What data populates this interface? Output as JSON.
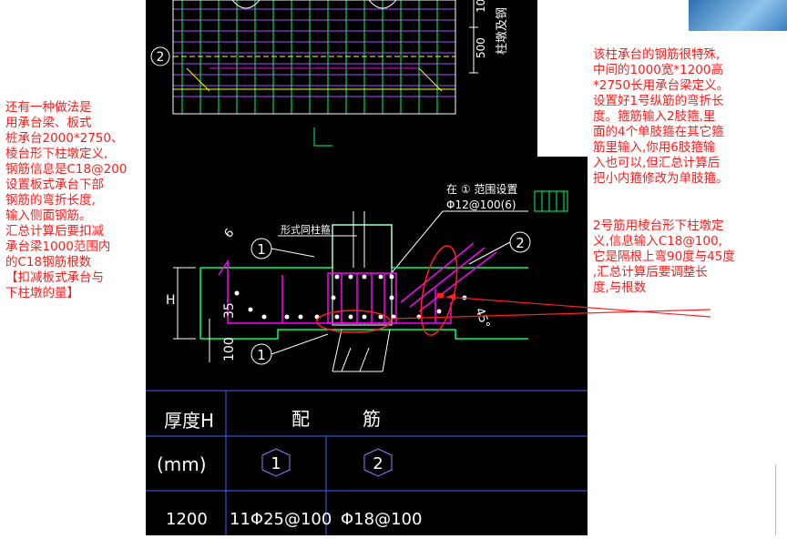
{
  "notes": {
    "left": "还有一种做法是\n用承台梁、板式\n桩承台2000*2750、\n棱台形下柱墩定义,\n钢筋信息是C18@200\n设置板式承台下部\n钢筋的弯折长度,\n输入侧面钢筋。\n汇总计算后要扣减\n承台梁1000范围内\n的C18钢筋根数\n【扣减板式承台与\n下柱墩的量】",
    "right": "该柱承台的钢筋很特殊,\n中间的1000宽*1200高\n*2750长用承台梁定义。\n设置好1号纵筋的弯折长\n度。箍筋输入2肢箍,里\n面的4个单肢箍在其它箍\n筋里输入,你用6肢箍输\n入也可以,但汇总计算后\n把小内箍修改为单肢箍。",
    "right2": "2号筋用棱台形下柱墩定\n义,信息输入C18@100,\n它是隔根上弯90度与45度\n,汇总计算后要调整长\n度,与根数"
  },
  "drawing_top": {
    "marker": "2",
    "dim1": "500",
    "dim2": "10",
    "vtext": "柱墩及钢"
  },
  "drawing_main": {
    "stirrup_note_line1": "在 ① 范围设置",
    "stirrup_note_line2": "Φ12@100(6)",
    "stirrup_label": "形式同柱箍",
    "marker1": "1",
    "marker2": "2",
    "dim_h": "H",
    "dim_35": "35",
    "dim_100": "100",
    "dim_6": "6",
    "angle45": "45°"
  },
  "table": {
    "header_left_line1": "厚度H",
    "header_left_line2": "(mm)",
    "header_right_a": "配",
    "header_right_b": "筋",
    "col1_marker": "1",
    "col2_marker": "2",
    "row_h": "1200",
    "row_c1": "11Φ25@100",
    "row_c2": "Φ18@100"
  },
  "colors": {
    "annotation": "#ff1a1a",
    "cad_background": "#000000",
    "rebar": "#ff00ff",
    "grid_green": "#00ff66",
    "outline_white": "#ffffff",
    "hoop_magenta": "#ff00ff",
    "table_line": "#4060ff"
  }
}
